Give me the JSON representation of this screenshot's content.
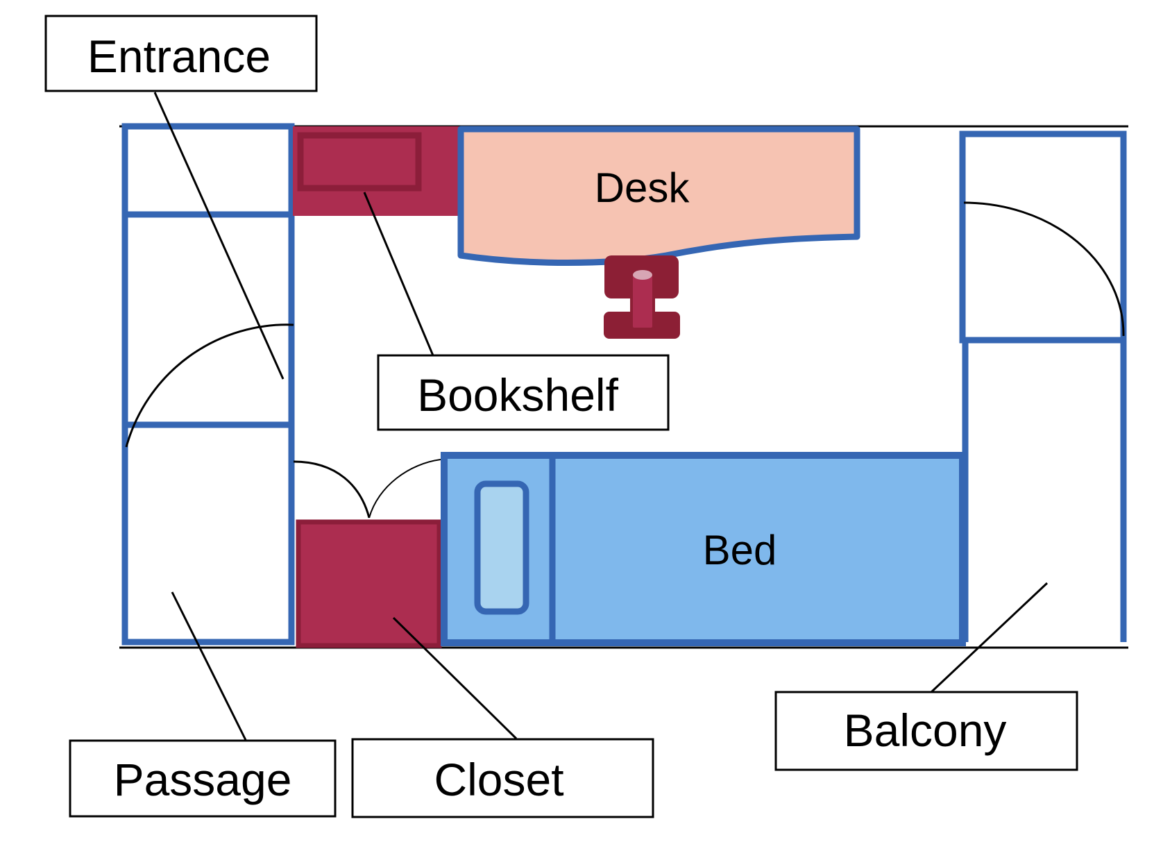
{
  "labels": {
    "entrance": "Entrance",
    "bookshelf": "Bookshelf",
    "passage": "Passage",
    "closet": "Closet",
    "balcony": "Balcony",
    "desk": "Desk",
    "bed": "Bed"
  },
  "colors": {
    "wall": "#3566b3",
    "bookshelf": "#ac2d50",
    "bookshelf_outline": "#8c1e3a",
    "closet": "#ac2d50",
    "desk": "#f6c3b2",
    "chair": "#8c1f35",
    "bed": "#7fb8ec",
    "pillow": "#a9d3ef",
    "line": "#000000"
  }
}
